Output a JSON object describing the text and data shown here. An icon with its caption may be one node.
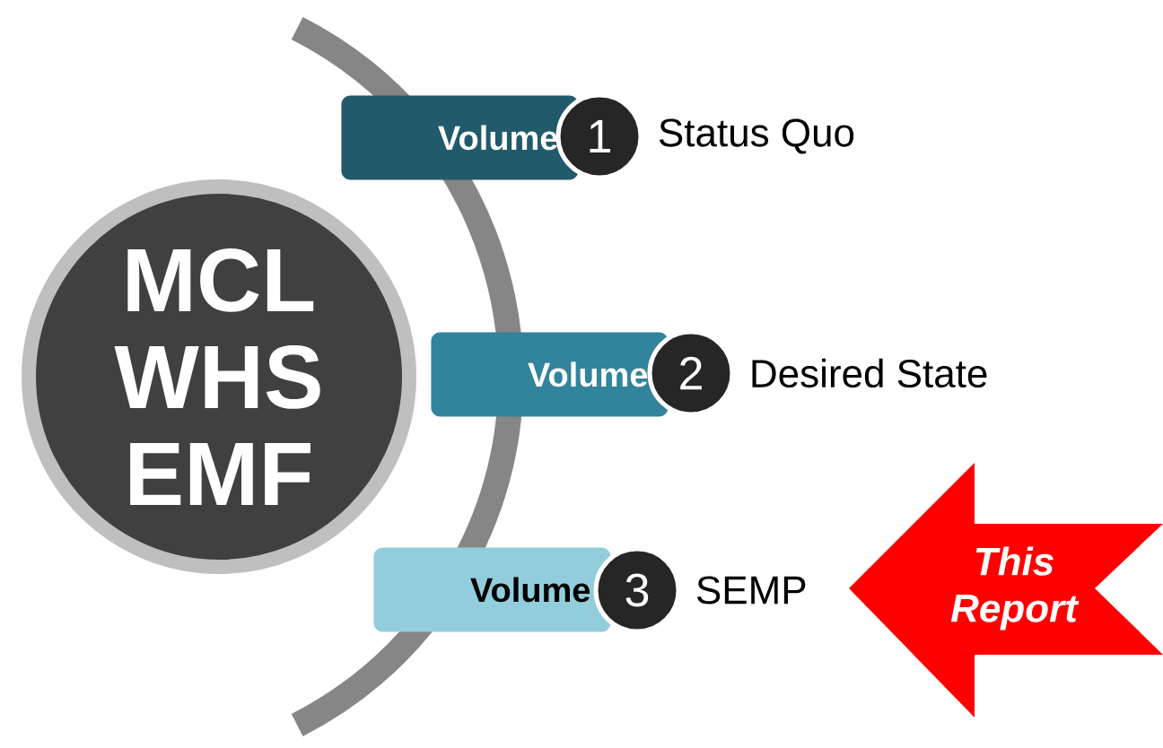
{
  "diagram": {
    "nodes": [
      {
        "text": [
          "MCL WHS EMF"
        ]
      },
      {
        "text": [
          "Volume"
        ]
      },
      {
        "text": [
          "1"
        ],
        "beside": [
          "Status Quo"
        ]
      },
      {
        "text": [
          "Volume"
        ]
      },
      {
        "text": [
          "2"
        ],
        "beside": [
          "Desired State"
        ]
      },
      {
        "text": [
          "Volume"
        ]
      },
      {
        "text": [
          "3"
        ],
        "beside": [
          "SEMP"
        ]
      },
      {
        "text": [
          "This Report"
        ]
      }
    ]
  }
}
